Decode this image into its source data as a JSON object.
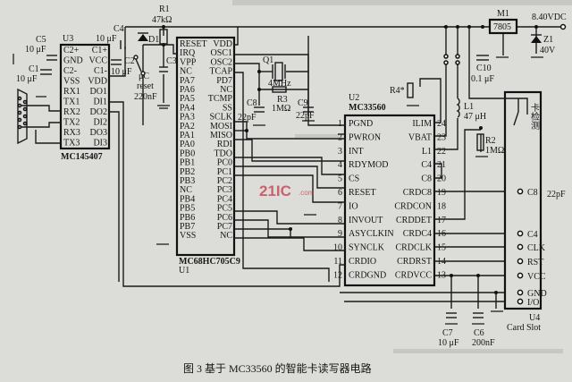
{
  "figure": {
    "caption": "图 3  基于 MC33560 的智能卡读写器电路",
    "watermark": "21IC",
    "watermark_sub": ".com"
  },
  "u3": {
    "ref": "U3",
    "part": "MC145407",
    "left_pins": [
      "C2+",
      "GND",
      "C2-",
      "VSS",
      "RX1",
      "TX1",
      "RX2",
      "TX2",
      "RX3",
      "TX3"
    ],
    "right_pins": [
      "C1+",
      "VCC",
      "C1-",
      "VDD",
      "DO1",
      "DI1",
      "DO2",
      "DI2",
      "DO3",
      "DI3"
    ]
  },
  "u1": {
    "ref": "U1",
    "part": "MC68HC705C9",
    "left_pins": [
      "RESET",
      "IRQ",
      "VPP",
      "NC",
      "PA7",
      "PA6",
      "PA5",
      "PA4",
      "PA3",
      "PA2",
      "PA1",
      "PA0",
      "PB0",
      "PB1",
      "PB2",
      "PB3",
      "NC",
      "PB4",
      "PB5",
      "PB6",
      "PB7",
      "VSS"
    ],
    "right_pins": [
      "VDD",
      "OSC1",
      "OSC2",
      "TCAP",
      "PD7",
      "NC",
      "TCMP",
      "SS",
      "SCLK",
      "MOSI",
      "MISO",
      "RDI",
      "TDO",
      "PC0",
      "PC1",
      "PC2",
      "PC3",
      "PC4",
      "PC5",
      "PC6",
      "PC7",
      "NC"
    ]
  },
  "u2": {
    "ref": "U2",
    "part": "MC33560",
    "left_pins": [
      {
        "n": "1",
        "name": "PGND"
      },
      {
        "n": "2",
        "name": "PWRON"
      },
      {
        "n": "3",
        "name": "INT"
      },
      {
        "n": "4",
        "name": "RDYMOD"
      },
      {
        "n": "5",
        "name": "CS"
      },
      {
        "n": "6",
        "name": "RESET"
      },
      {
        "n": "7",
        "name": "IO"
      },
      {
        "n": "8",
        "name": "INVOUT"
      },
      {
        "n": "9",
        "name": "ASYCLKIN"
      },
      {
        "n": "10",
        "name": "SYNCLK"
      },
      {
        "n": "11",
        "name": "CRDIO"
      },
      {
        "n": "12",
        "name": "CRDGND"
      }
    ],
    "right_pins": [
      {
        "n": "24",
        "name": "ILIM"
      },
      {
        "n": "23",
        "name": "VBAT"
      },
      {
        "n": "22",
        "name": "L1"
      },
      {
        "n": "21",
        "name": "C4"
      },
      {
        "n": "20",
        "name": "C8"
      },
      {
        "n": "19",
        "name": "CRDC8"
      },
      {
        "n": "18",
        "name": "CRDCON"
      },
      {
        "n": "17",
        "name": "CRDDET"
      },
      {
        "n": "16",
        "name": "CRDC4"
      },
      {
        "n": "15",
        "name": "CRDCLK"
      },
      {
        "n": "14",
        "name": "CRDRST"
      },
      {
        "n": "13",
        "name": "CRDVCC"
      }
    ]
  },
  "u4": {
    "ref": "U4",
    "part": "Card Slot",
    "detect_label": "卡检测",
    "contacts": [
      "C8",
      "C4",
      "CLK",
      "RST",
      "VCC",
      "GND",
      "I/O"
    ],
    "c8_value": "22pF"
  },
  "components": {
    "c5": {
      "ref": "C5",
      "value": "10 μF"
    },
    "c1": {
      "ref": "C1",
      "value": "10 μF"
    },
    "c2": {
      "ref": "C2",
      "value": "10 μF"
    },
    "c4": {
      "ref": "C4",
      "value": "10 μF"
    },
    "d1": {
      "ref": "D1"
    },
    "r1": {
      "ref": "R1",
      "value": "47kΩ"
    },
    "c3": {
      "ref": "C3",
      "value": "220nF"
    },
    "reset": {
      "line1": "μC",
      "line2": "reset"
    },
    "q1": {
      "ref": "Q1",
      "value": "4MHz"
    },
    "r3": {
      "ref": "R3",
      "value": "1MΩ"
    },
    "c8": {
      "ref": "C8",
      "value": "22pF"
    },
    "c9": {
      "ref": "C9",
      "value": "22pF"
    },
    "m1": {
      "ref": "M1",
      "value": "7805"
    },
    "supply": "8.40VDC",
    "z1": {
      "ref": "Z1",
      "value": "40V"
    },
    "c10": {
      "ref": "C10",
      "value": "0.1 μF"
    },
    "r4": {
      "ref": "R4*"
    },
    "l1": {
      "ref": "L1",
      "value": "47 μH"
    },
    "r2": {
      "ref": "R2",
      "value": "1MΩ"
    },
    "c7": {
      "ref": "C7",
      "value": "10 μF"
    },
    "c6": {
      "ref": "C6",
      "value": "200nF"
    }
  }
}
